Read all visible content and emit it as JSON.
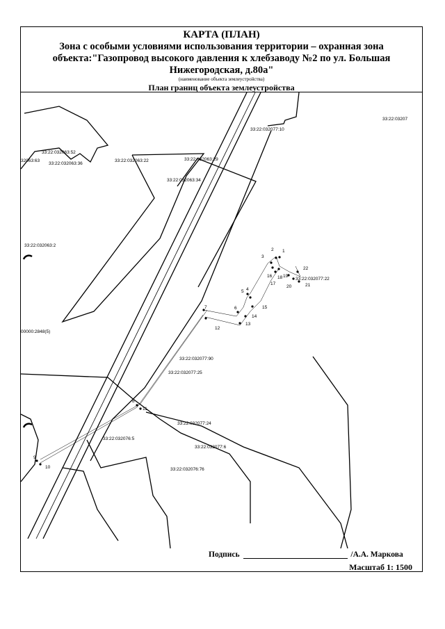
{
  "title": "КАРТА (ПЛАН)",
  "zone_line1": "Зона с особыми условиями использования территории – охранная зона",
  "zone_line2": "объекта:\"Газопровод высокого давления к хлебзаводу №2 по ул. Большая",
  "zone_line3": "Нижегородская, д.80а\"",
  "object_caption": "(наименование объекта землеустройства)",
  "plan_heading": "План границ объекта землеустройства",
  "parcels": [
    "33:22:032077:10",
    "33:22:03207",
    "33:22:032063:52",
    "32063:63",
    "33:22:032063:36",
    "33:22:032063:22",
    "33:22:032063:29",
    "33:22:032063:34",
    "33:22:032063:2",
    "33:22:032077:22",
    "00000:2848(5)",
    "33:22:032077:90",
    "33:22:032077:25",
    "33:22:032077:24",
    "33:22:032076:5",
    "33:22:032077:6",
    "33:22:032076:76"
  ],
  "points": [
    "1",
    "2",
    "3",
    "22",
    "16",
    "18",
    "19",
    "17",
    "20",
    "21",
    "5",
    "4",
    "6",
    "15",
    "14",
    "13",
    "7",
    "12",
    "8",
    "11",
    "9",
    "10"
  ],
  "signature_label": "Подпись",
  "signature_name": "/А.А. Маркова",
  "scale_label": "Масштаб 1: 1500"
}
